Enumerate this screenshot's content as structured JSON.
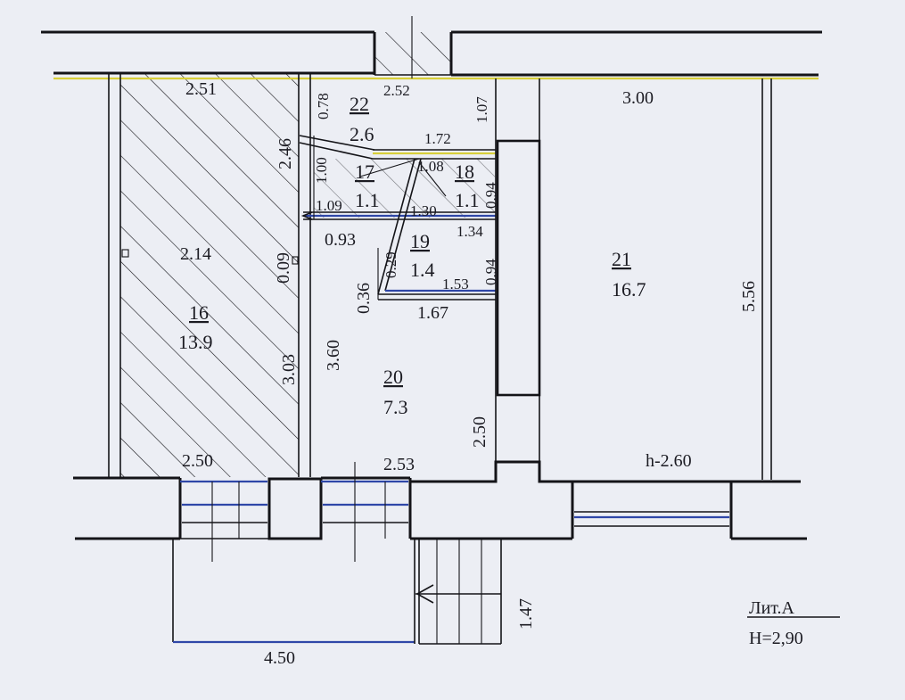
{
  "rooms": [
    {
      "number": "16",
      "area": "13.9"
    },
    {
      "number": "17",
      "area": "1.1"
    },
    {
      "number": "18",
      "area": "1.1"
    },
    {
      "number": "19",
      "area": "1.4"
    },
    {
      "number": "20",
      "area": "7.3"
    },
    {
      "number": "21",
      "area": "16.7"
    },
    {
      "number": "22",
      "area": "2.6"
    }
  ],
  "dimensions": {
    "d_2_51": "2.51",
    "d_2_52": "2.52",
    "d_0_78": "0.78",
    "d_1_07": "1.07",
    "d_3_00": "3.00",
    "d_2_46": "2.46",
    "d_1_72": "1.72",
    "d_1_00": "1.00",
    "d_1_08": "1.08",
    "d_0_94_a": "0.94",
    "d_1_09": "1.09",
    "d_1_30": "1.30",
    "d_1_34": "1.34",
    "d_0_93": "0.93",
    "d_0_29": "0.29",
    "d_2_14": "2.14",
    "d_0_09": "0.09",
    "d_0_94_b": "0.94",
    "d_1_53": "1.53",
    "d_0_36": "0.36",
    "d_1_67": "1.67",
    "d_5_56": "5.56",
    "d_3_03": "3.03",
    "d_3_60": "3.60",
    "d_2_50_v": "2.50",
    "d_2_50_h": "2.50",
    "d_2_53": "2.53",
    "d_1_47": "1.47",
    "d_4_50": "4.50"
  },
  "ceiling_height": "h-2.60",
  "legend": {
    "liter": "Лит.А",
    "height": "H=2,90"
  },
  "colors": {
    "ink": "#141418",
    "accent_blue": "#2f47a8",
    "accent_yellow": "#d8cf3a",
    "paper": "#eceef4"
  }
}
